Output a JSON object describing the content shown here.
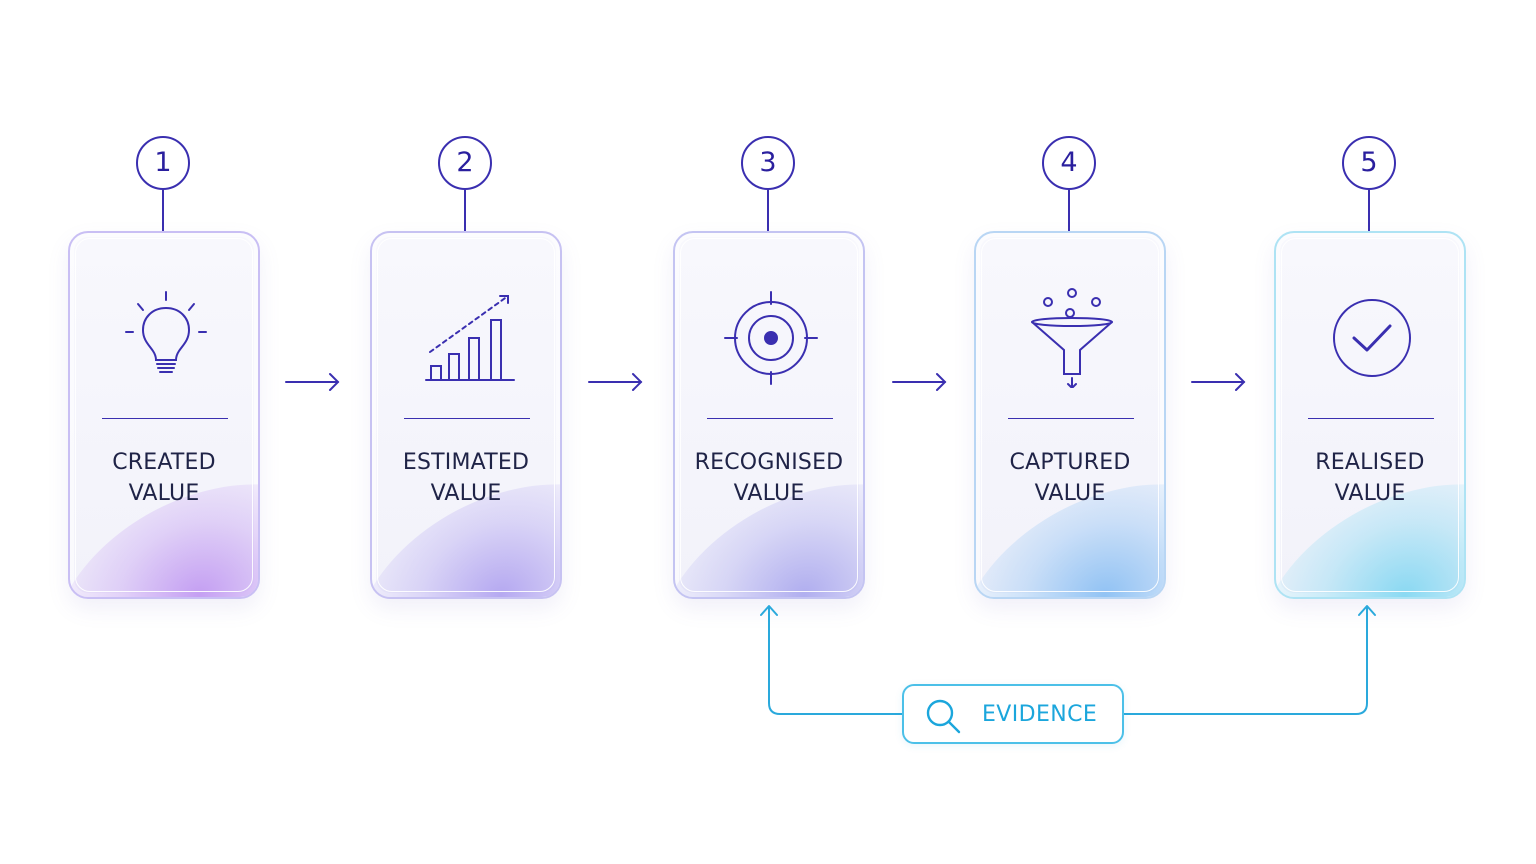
{
  "stages": [
    {
      "number": "1",
      "line1": "CREATED",
      "line2": "VALUE",
      "icon": "lightbulb-icon",
      "border_color": "#c9bff4",
      "glow_color": "#b889f0"
    },
    {
      "number": "2",
      "line1": "ESTIMATED",
      "line2": "VALUE",
      "icon": "bar-chart-trend-icon",
      "border_color": "#c7c2f2",
      "glow_color": "#a595ee"
    },
    {
      "number": "3",
      "line1": "RECOGNISED",
      "line2": "VALUE",
      "icon": "target-icon",
      "border_color": "#c4c4f2",
      "glow_color": "#9f9cec"
    },
    {
      "number": "4",
      "line1": "CAPTURED",
      "line2": "VALUE",
      "icon": "funnel-icon",
      "border_color": "#b9d6f4",
      "glow_color": "#78b6f2"
    },
    {
      "number": "5",
      "line1": "REALISED",
      "line2": "VALUE",
      "icon": "check-circle-icon",
      "border_color": "#aee3f4",
      "glow_color": "#6fd2f0"
    }
  ],
  "evidence": {
    "label": "EVIDENCE",
    "icon": "search-icon",
    "color": "#1ba6dc"
  },
  "colors": {
    "primary": "#3a2fb0",
    "text": "#1f2347",
    "feedback": "#2aa9dc"
  }
}
